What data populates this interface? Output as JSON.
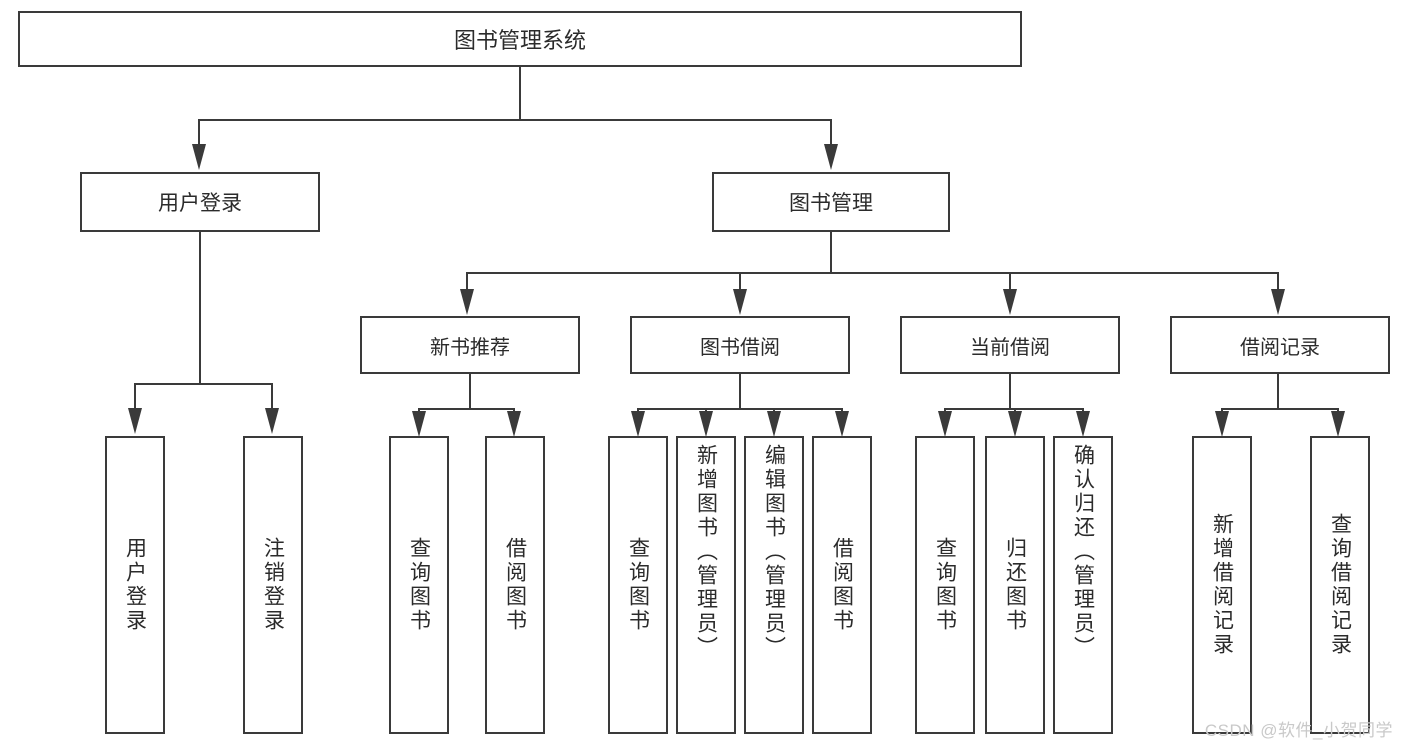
{
  "diagram": {
    "title": "图书管理系统",
    "type": "hierarchy-tree",
    "nodes": {
      "root": {
        "label": "图书管理系统"
      },
      "level1": [
        {
          "id": "user-login",
          "label": "用户登录"
        },
        {
          "id": "book-management",
          "label": "图书管理"
        }
      ],
      "level2": [
        {
          "id": "new-book-recommend",
          "label": "新书推荐"
        },
        {
          "id": "book-borrow",
          "label": "图书借阅"
        },
        {
          "id": "current-borrow",
          "label": "当前借阅"
        },
        {
          "id": "borrow-record",
          "label": "借阅记录"
        }
      ],
      "leaves": {
        "user_login": [
          {
            "id": "leaf-user-login",
            "label": "用户登录"
          },
          {
            "id": "leaf-logout-login",
            "label": "注销登录"
          }
        ],
        "new_book_recommend": [
          {
            "id": "leaf-query-book-1",
            "label": "查询图书"
          },
          {
            "id": "leaf-borrow-book-1",
            "label": "借阅图书"
          }
        ],
        "book_borrow": [
          {
            "id": "leaf-query-book-2",
            "label": "查询图书"
          },
          {
            "id": "leaf-add-book-admin",
            "label": "新增图书（管理员）"
          },
          {
            "id": "leaf-edit-book-admin",
            "label": "编辑图书（管理员）"
          },
          {
            "id": "leaf-borrow-book-2",
            "label": "借阅图书"
          }
        ],
        "current_borrow": [
          {
            "id": "leaf-query-book-3",
            "label": "查询图书"
          },
          {
            "id": "leaf-return-book",
            "label": "归还图书"
          },
          {
            "id": "leaf-confirm-return-admin",
            "label": "确认归还（管理员）"
          }
        ],
        "borrow_record": [
          {
            "id": "leaf-add-borrow-record",
            "label": "新增借阅记录"
          },
          {
            "id": "leaf-query-borrow-record",
            "label": "查询借阅记录"
          }
        ]
      }
    },
    "colors": {
      "stroke": "#3a3a3a",
      "fill": "#ffffff",
      "text": "#2b2b2b",
      "watermark": "#c9c9c9"
    }
  },
  "watermark": {
    "text": "CSDN @软件_小贺同学"
  }
}
